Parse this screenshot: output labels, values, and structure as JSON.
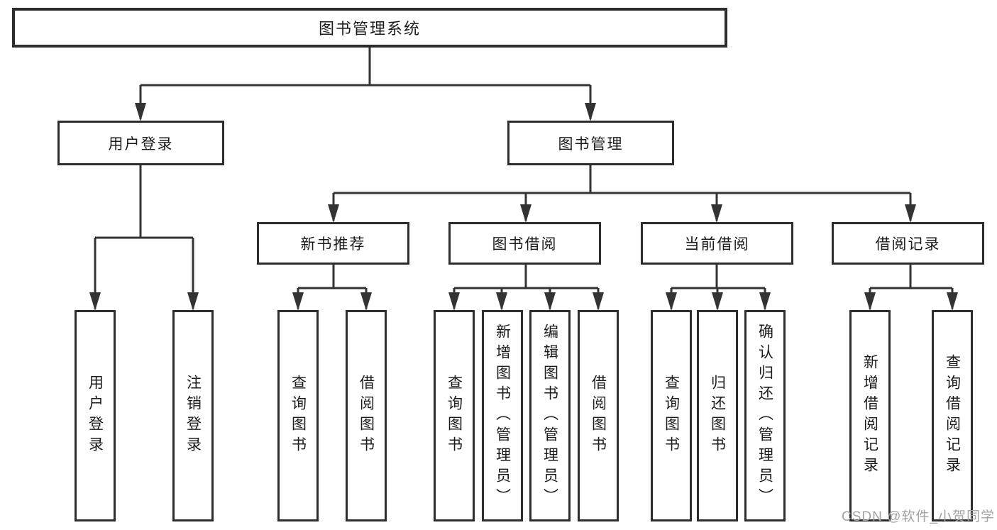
{
  "nodes": {
    "root": "图书管理系统",
    "user_login": "用户登录",
    "book_mgmt": "图书管理",
    "new_book": "新书推荐",
    "book_borrow": "图书借阅",
    "current_borrow": "当前借阅",
    "borrow_record": "借阅记录"
  },
  "leaves": {
    "user_login": [
      "用户登录",
      "注销登录"
    ],
    "new_book": [
      "查询图书",
      "借阅图书"
    ],
    "book_borrow": [
      "查询图书",
      "新增图书（管理员）",
      "编辑图书（管理员）",
      "借阅图书"
    ],
    "current_borrow": [
      "查询图书",
      "归还图书",
      "确认归还（管理员）"
    ],
    "borrow_record": [
      "新增借阅记录",
      "查询借阅记录"
    ]
  },
  "watermark": "CSDN @软件_小贺同学",
  "colors": {
    "line": "#333333",
    "box_border": "#2d2d2d",
    "text": "#1b1b1b",
    "watermark": "#a3a3a3",
    "background": "#ffffff"
  }
}
